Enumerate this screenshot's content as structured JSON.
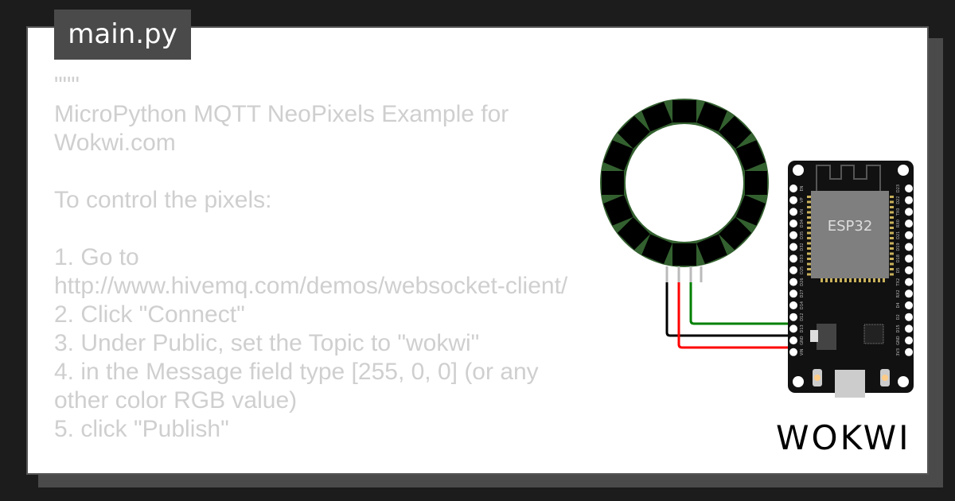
{
  "tab": {
    "filename": "main.py"
  },
  "code_lines": [
    "\"\"\"",
    "MicroPython MQTT NeoPixels Example for Wokwi.com",
    "",
    "To control the pixels:",
    "",
    "1. Go to http://www.hivemq.com/demos/websocket-client/",
    "2. Click \"Connect\"",
    "3. Under Public, set the Topic to \"wokwi\"",
    "4. in the Message field type [255, 0, 0] (or any other color RGB value)",
    "5. click \"Publish\""
  ],
  "board": {
    "chip_label": "ESP32",
    "left_pins": [
      "EN",
      "VP",
      "VN",
      "D34",
      "D35",
      "D32",
      "D33",
      "D25",
      "D26",
      "D27",
      "D14",
      "D12",
      "D13",
      "GND",
      "VIN"
    ],
    "right_pins": [
      "D23",
      "D22",
      "TX0",
      "RX0",
      "D21",
      "D19",
      "D18",
      "D5",
      "TX2",
      "RX2",
      "D4",
      "D2",
      "D15",
      "GND",
      "3V3"
    ]
  },
  "ring": {
    "pixel_count": 16
  },
  "wires": {
    "green": "#008000",
    "black": "#000000",
    "red": "#ff0000"
  },
  "logo": "WOKWI"
}
